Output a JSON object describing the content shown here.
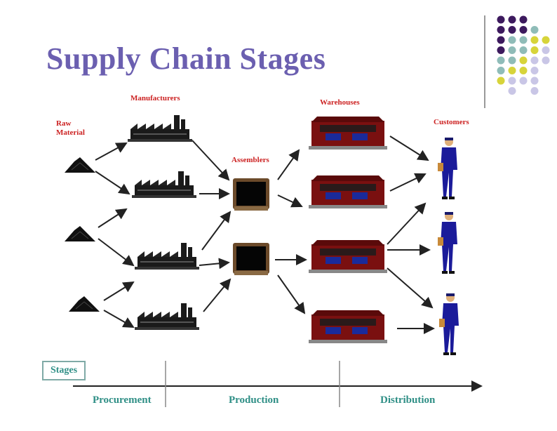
{
  "slide": {
    "title": "Supply Chain Stages"
  },
  "diagram": {
    "labels": {
      "raw_material": "Raw Material",
      "manufacturers": "Manufacturers",
      "assemblers": "Assemblers",
      "warehouses": "Warehouses",
      "customers": "Customers"
    },
    "stages_box": "Stages",
    "phases": [
      "Procurement",
      "Production",
      "Distribution"
    ]
  },
  "colors": {
    "title": "#6b5fb0",
    "labels": "#cc2222",
    "phase_text": "#2f8f86",
    "dot_purple": "#3d1a5e",
    "dot_teal": "#8fbcb8",
    "dot_yellow": "#d7d43a",
    "dot_lavender": "#c9c6e6"
  },
  "icons": [
    "raw-material-pile-icon",
    "factory-icon",
    "monitor-icon",
    "warehouse-icon",
    "customer-person-icon"
  ]
}
